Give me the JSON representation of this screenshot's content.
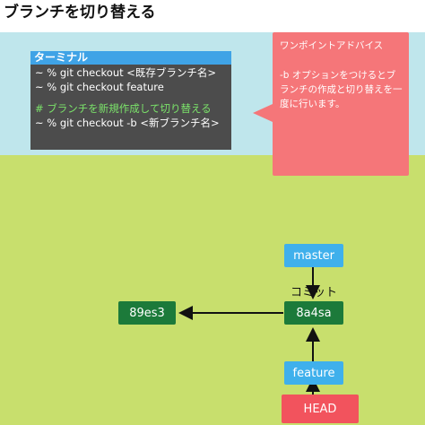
{
  "page": {
    "title": "ブランチを切り替える"
  },
  "terminal": {
    "header": "ターミナル",
    "lines": [
      "~ % git checkout <既存ブランチ名>",
      "~ % git checkout feature"
    ],
    "comment": "# ブランチを新規作成して切り替える",
    "line3": "~ % git checkout -b <新ブランチ名>"
  },
  "advice": {
    "title": "ワンポイントアドバイス",
    "body": "-b オプションをつけるとブランチの作成と切り替えを一度に行います。"
  },
  "diagram": {
    "master": "master",
    "commit_caption": "コミット",
    "commit_current": "8a4sa",
    "commit_prev": "89es3",
    "feature": "feature",
    "head": "HEAD"
  },
  "colors": {
    "sky": "#bfe6ec",
    "grass": "#c8df6d",
    "terminal_bg": "#4c4c4c",
    "terminal_header": "#3fa3e6",
    "comment_text": "#7be36a",
    "advice_bg": "#f57679",
    "branch_node": "#3fb0ec",
    "commit_node": "#1c7a3a",
    "head_node": "#f2535d"
  }
}
